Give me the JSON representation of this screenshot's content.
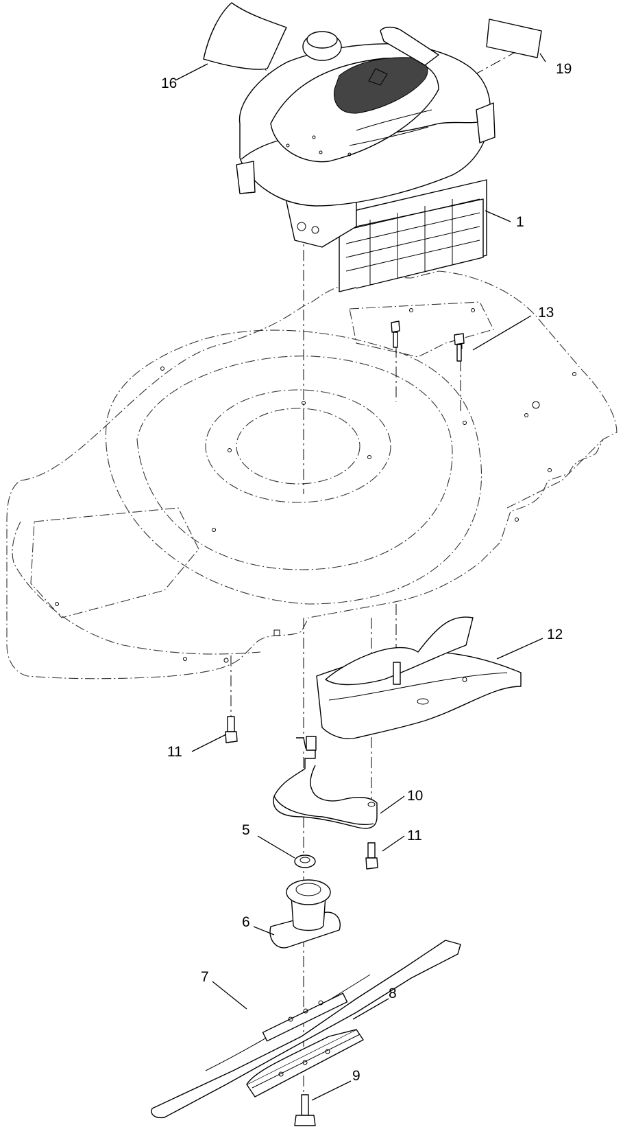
{
  "diagram": {
    "callouts": [
      {
        "id": "part-1",
        "label": "1"
      },
      {
        "id": "part-5",
        "label": "5"
      },
      {
        "id": "part-6",
        "label": "6"
      },
      {
        "id": "part-7",
        "label": "7"
      },
      {
        "id": "part-8",
        "label": "8"
      },
      {
        "id": "part-9",
        "label": "9"
      },
      {
        "id": "part-10",
        "label": "10"
      },
      {
        "id": "part-11a",
        "label": "11"
      },
      {
        "id": "part-11b",
        "label": "11"
      },
      {
        "id": "part-12",
        "label": "12"
      },
      {
        "id": "part-13",
        "label": "13"
      },
      {
        "id": "part-16",
        "label": "16"
      },
      {
        "id": "part-19",
        "label": "19"
      }
    ]
  }
}
